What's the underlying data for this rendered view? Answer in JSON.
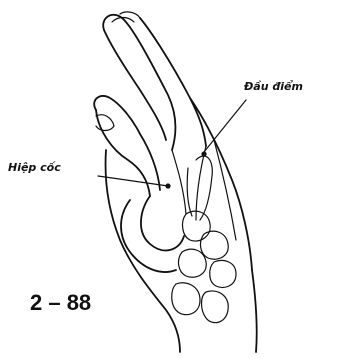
{
  "figure": {
    "number": "2 – 88"
  },
  "labels": {
    "left_point": "Hiệp cốc",
    "right_point": "Đầu điểm"
  },
  "colors": {
    "ink": "#111111",
    "background": "#ffffff"
  }
}
